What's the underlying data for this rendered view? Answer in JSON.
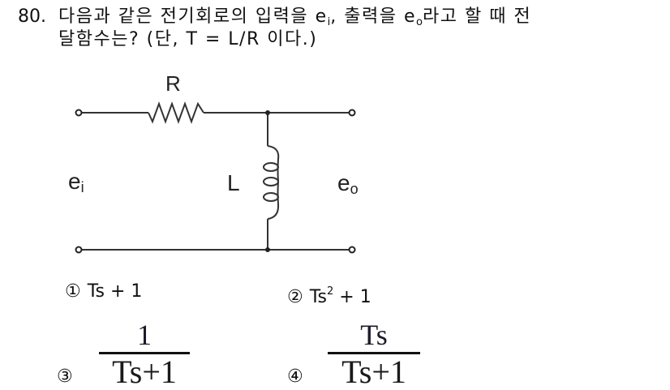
{
  "question": {
    "number": "80.",
    "line1_parts": [
      "다음과 같은 전기회로의 입력을 e",
      "i",
      ", 출력을 e",
      "o",
      "라고 할 때 전"
    ],
    "line2": "달함수는? (단, T = L/R 이다.)"
  },
  "circuit": {
    "resistor_label": "R",
    "inductor_label": "L",
    "input_label": "e",
    "input_sub": "i",
    "output_label": "e",
    "output_sub": "o"
  },
  "options": [
    {
      "marker": "①",
      "text": "Ts + 1"
    },
    {
      "marker": "②",
      "text_base": "Ts",
      "text_sup": "2",
      "text_rest": " + 1"
    },
    {
      "marker": "③",
      "numerator": "1",
      "denominator": "Ts+1"
    },
    {
      "marker": "④",
      "numerator": "Ts",
      "denominator": "Ts+1"
    }
  ]
}
